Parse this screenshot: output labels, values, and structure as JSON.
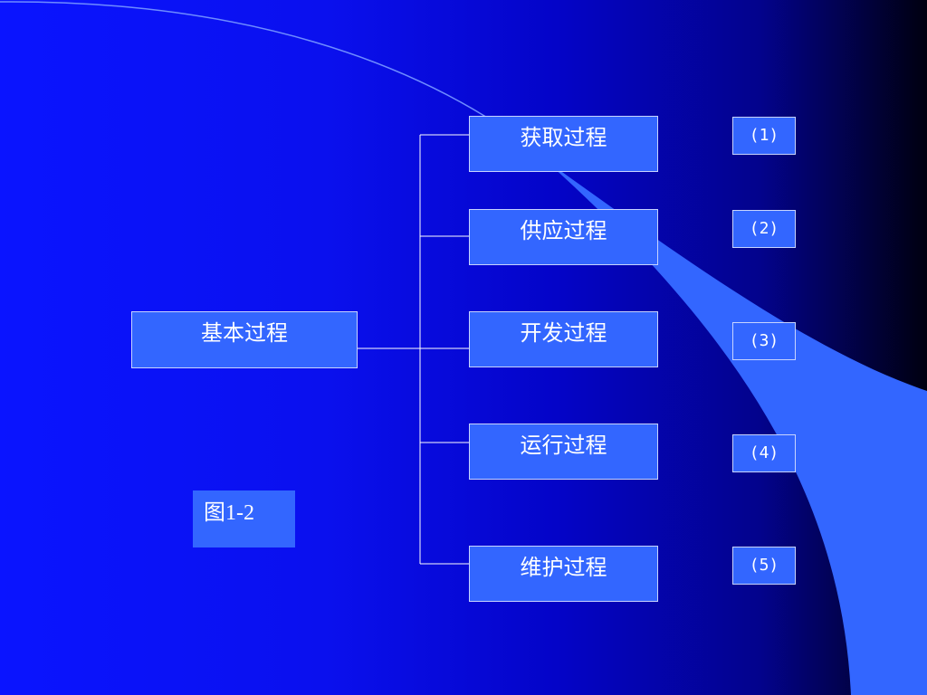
{
  "diagram": {
    "root": {
      "label": "基本过程"
    },
    "children": [
      {
        "label": "获取过程",
        "number": "(1)"
      },
      {
        "label": "供应过程",
        "number": "(2)"
      },
      {
        "label": "开发过程",
        "number": "(3)"
      },
      {
        "label": "运行过程",
        "number": "(4)"
      },
      {
        "label": "维护过程",
        "number": "(5)"
      }
    ],
    "figure_label": "图1-2"
  },
  "colors": {
    "box_fill": "#3366ff",
    "box_border": "#c8d4ff",
    "connector": "#ffffff",
    "background_left": "#0a14ff",
    "background_right": "#000010"
  }
}
